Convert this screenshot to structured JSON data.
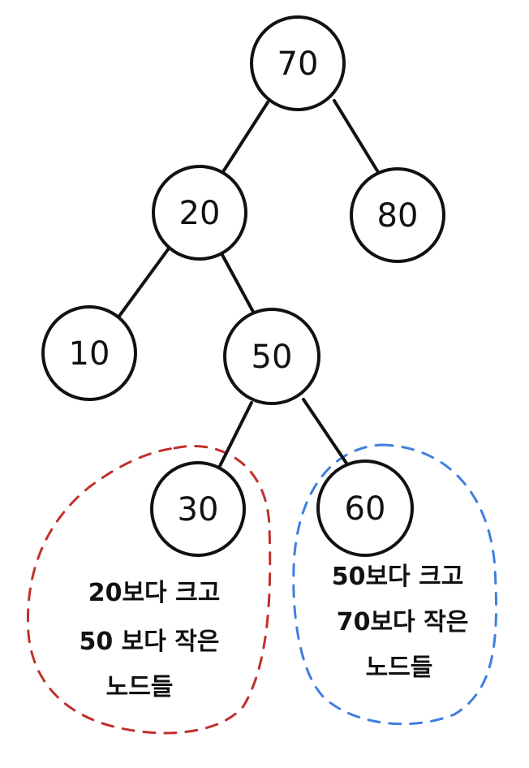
{
  "diagram": {
    "nodes": [
      {
        "id": "n70",
        "label": "70"
      },
      {
        "id": "n20",
        "label": "20"
      },
      {
        "id": "n80",
        "label": "80"
      },
      {
        "id": "n10",
        "label": "10"
      },
      {
        "id": "n50",
        "label": "50"
      },
      {
        "id": "n30",
        "label": "30"
      },
      {
        "id": "n60",
        "label": "60"
      }
    ],
    "edges": [
      {
        "from": "n70",
        "to": "n20"
      },
      {
        "from": "n70",
        "to": "n80"
      },
      {
        "from": "n20",
        "to": "n10"
      },
      {
        "from": "n20",
        "to": "n50"
      },
      {
        "from": "n50",
        "to": "n30"
      },
      {
        "from": "n50",
        "to": "n60"
      }
    ],
    "groups": [
      {
        "id": "left-group",
        "color": "#c0302a",
        "lines": [
          "20보다 크고",
          "50 보다 작은",
          "노드들"
        ]
      },
      {
        "id": "right-group",
        "color": "#3f7fe0",
        "lines": [
          "50보다 크고",
          "70보다 작은",
          "노드들"
        ]
      }
    ]
  }
}
